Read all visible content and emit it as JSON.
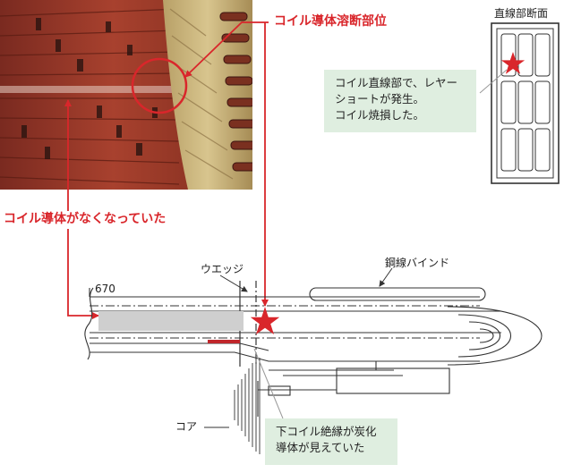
{
  "labels": {
    "melt_point": "コイル導体溶断部位",
    "conductor_missing": "コイル導体がなくなっていた",
    "cross_section_title": "直線部断面",
    "wedge": "ウエッジ",
    "steel_wire_bind": "鋼線バインド",
    "dimension": "670",
    "core": "コア"
  },
  "notes": {
    "short_circuit": [
      "コイル直線部で、レヤー",
      "ショートが発生。",
      "コイル焼損した。"
    ],
    "insulation": [
      "下コイル絶縁が炭化",
      "導体が見えていた"
    ]
  },
  "colors": {
    "accent_red": "#d9262b",
    "callout_green": "#dfeee0",
    "photo_copper": "#9a3a2a",
    "photo_varnish": "#cdb77a"
  }
}
